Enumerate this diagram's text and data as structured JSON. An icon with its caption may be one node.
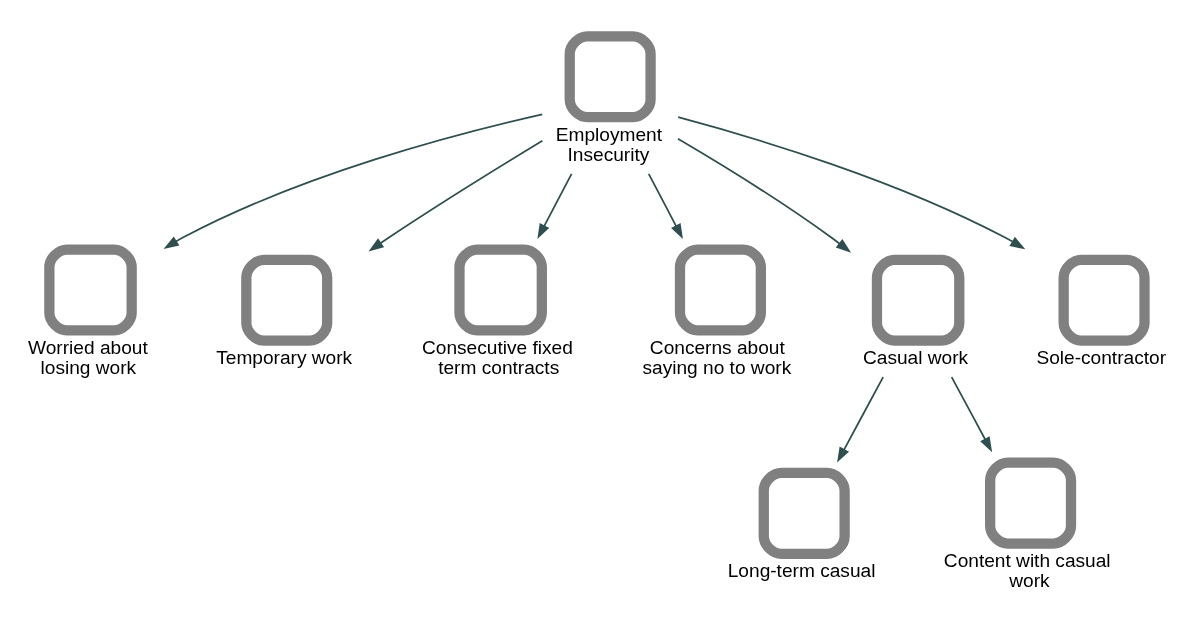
{
  "diagram": {
    "nodes": [
      {
        "text": [
          "Employment Insecurity"
        ]
      },
      {
        "text": [
          "Worried about losing work"
        ]
      },
      {
        "text": [
          "Temporary work"
        ]
      },
      {
        "text": [
          "Consecutive fixed term contracts"
        ]
      },
      {
        "text": [
          "Concerns about saying no to work"
        ]
      },
      {
        "text": [
          "Casual work"
        ]
      },
      {
        "text": [
          "Sole-contractor"
        ]
      },
      {
        "text": [
          "Long-term casual"
        ]
      },
      {
        "text": [
          "Content with casual work"
        ]
      }
    ],
    "edges": [
      {
        "from": 0,
        "to": 1,
        "arrow": "to"
      },
      {
        "from": 0,
        "to": 2,
        "arrow": "to"
      },
      {
        "from": 0,
        "to": 3,
        "arrow": "to"
      },
      {
        "from": 0,
        "to": 4,
        "arrow": "to"
      },
      {
        "from": 0,
        "to": 5,
        "arrow": "to"
      },
      {
        "from": 0,
        "to": 6,
        "arrow": "to"
      },
      {
        "from": 5,
        "to": 7,
        "arrow": "to"
      },
      {
        "from": 5,
        "to": 8,
        "arrow": "to"
      }
    ]
  }
}
